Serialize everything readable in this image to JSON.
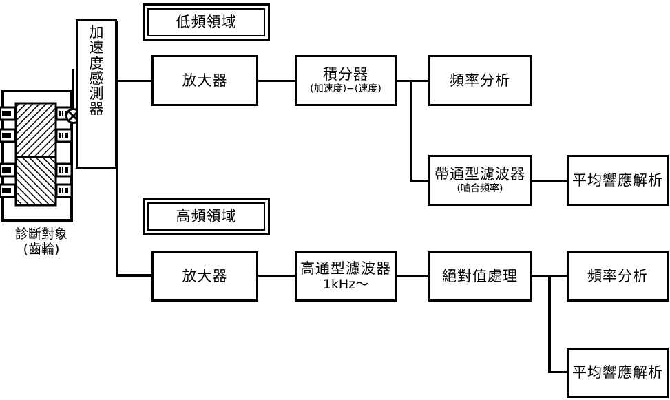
{
  "diagram": {
    "title": "gear-diagnosis-signal-processing-block-diagram",
    "source": {
      "caption_line1": "診斷對象",
      "caption_line2": "(齒輪)",
      "sensor_symbol": "accelerometer-cross-circle"
    },
    "sensor": {
      "label": "加速度感測器",
      "chars": [
        "加",
        "速",
        "度",
        "感",
        "測",
        "器"
      ]
    },
    "branches": [
      {
        "id": "low-frequency",
        "header": "低頻領域",
        "stages": [
          {
            "id": "amplifier-low",
            "title": "放大器",
            "subtitle": ""
          },
          {
            "id": "integrator",
            "title": "積分器",
            "subtitle": "(加速度)−(速度)"
          },
          {
            "id": "freq-analysis-low",
            "title": "頻率分析",
            "subtitle": ""
          },
          {
            "id": "bandpass-filter",
            "title": "帶通型濾波器",
            "subtitle": "(嚙合頻率)"
          },
          {
            "id": "avg-response-low",
            "title": "平均響應解析",
            "subtitle": ""
          }
        ]
      },
      {
        "id": "high-frequency",
        "header": "高頻領域",
        "stages": [
          {
            "id": "amplifier-high",
            "title": "放大器",
            "subtitle": ""
          },
          {
            "id": "highpass-filter",
            "title": "高通型濾波器",
            "subtitle": "1kHz〜"
          },
          {
            "id": "abs-value",
            "title": "絕對值處理",
            "subtitle": ""
          },
          {
            "id": "freq-analysis-high",
            "title": "頻率分析",
            "subtitle": ""
          },
          {
            "id": "avg-response-high",
            "title": "平均響應解析",
            "subtitle": ""
          }
        ]
      }
    ],
    "colors": {
      "stroke": "#000000",
      "background": "#ffffff"
    }
  }
}
